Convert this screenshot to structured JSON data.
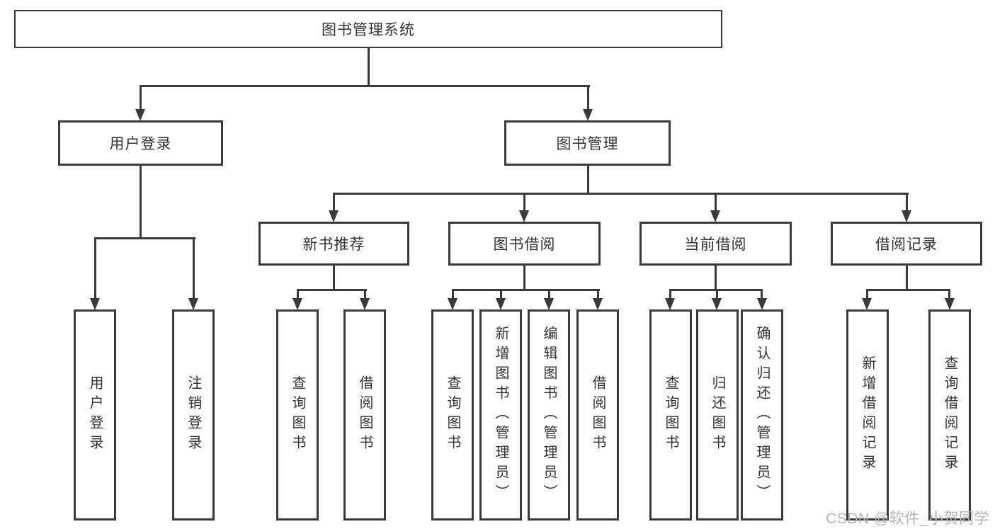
{
  "tree": {
    "root": {
      "label": "图书管理系统"
    },
    "children": [
      {
        "label": "用户登录",
        "children": [
          {
            "label": "用户登录"
          },
          {
            "label": "注销登录"
          }
        ]
      },
      {
        "label": "图书管理",
        "children": [
          {
            "label": "新书推荐",
            "children": [
              {
                "label": "查询图书"
              },
              {
                "label": "借阅图书"
              }
            ]
          },
          {
            "label": "图书借阅",
            "children": [
              {
                "label": "查询图书"
              },
              {
                "label": "新增图书（管理员）"
              },
              {
                "label": "编辑图书（管理员）"
              },
              {
                "label": "借阅图书"
              }
            ]
          },
          {
            "label": "当前借阅",
            "children": [
              {
                "label": "查询图书"
              },
              {
                "label": "归还图书"
              },
              {
                "label": "确认归还（管理员）"
              }
            ]
          },
          {
            "label": "借阅记录",
            "children": [
              {
                "label": "新增借阅记录"
              },
              {
                "label": "查询借阅记录"
              }
            ]
          }
        ]
      }
    ]
  },
  "watermark": {
    "text": "CSDN @软件_小贺同学"
  },
  "colors": {
    "line": "#3a3a3a",
    "text": "#333333",
    "watermark": "#b3b3b3",
    "background": "#ffffff"
  }
}
